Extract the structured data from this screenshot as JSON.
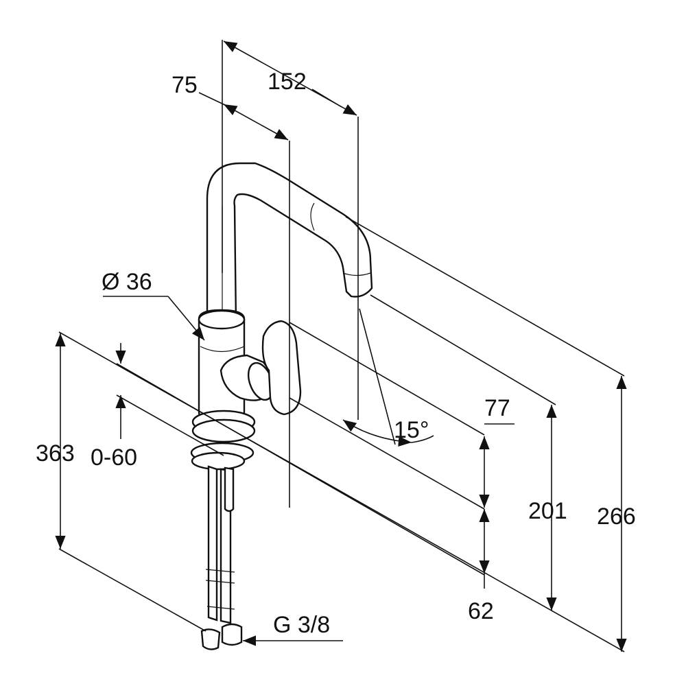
{
  "dimensions": {
    "d75": "75",
    "d152": "152",
    "d36": "Ø 36",
    "d363": "363",
    "d060": "0-60",
    "d15": "15°",
    "d77": "77",
    "d201": "201",
    "d266": "266",
    "d62": "62",
    "g38": "G 3/8"
  },
  "colors": {
    "stroke": "#111111",
    "background": "#ffffff"
  }
}
